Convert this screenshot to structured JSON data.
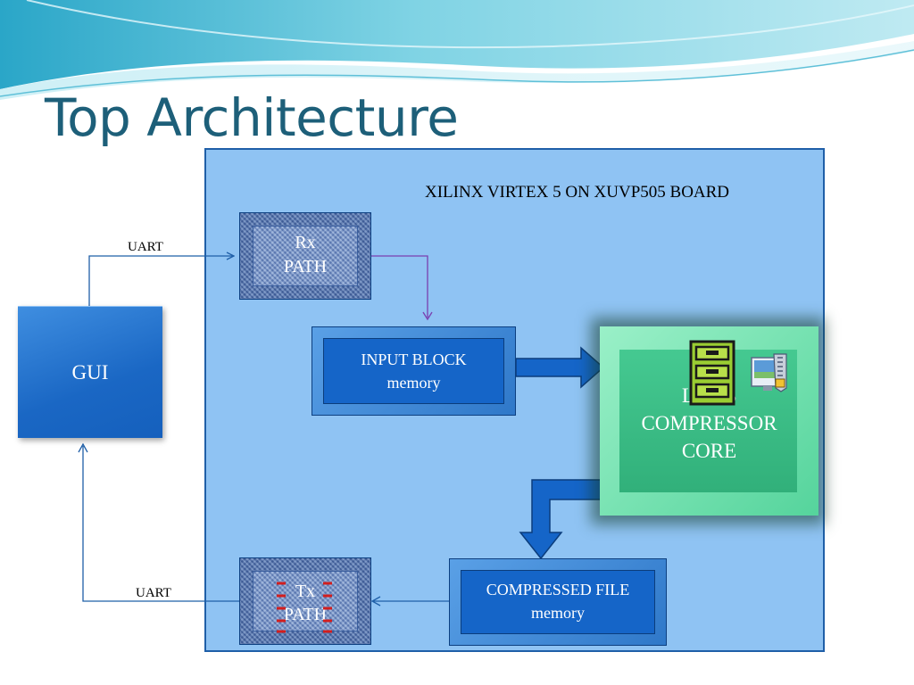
{
  "slide": {
    "title": "Top Architecture"
  },
  "diagram": {
    "board_label": "XILINX VIRTEX 5  ON XUVP505 BOARD",
    "blocks": {
      "gui": "GUI",
      "rx_path_line1": "Rx",
      "rx_path_line2": "PATH",
      "tx_path_line1": "Tx",
      "tx_path_line2": "PATH",
      "input_block_line1": "INPUT BLOCK",
      "input_block_line2": "memory",
      "core_line1": "LZW3",
      "core_line2": "COMPRESSOR",
      "core_line3": "CORE",
      "compressed_file_line1": "COMPRESSED FILE",
      "compressed_file_line2": "memory"
    },
    "links": {
      "uart_top": "UART",
      "uart_bottom": "UART"
    },
    "icons": [
      "file-cabinet-icon",
      "winzip-icon"
    ],
    "colors": {
      "title": "#1d5f79",
      "board_fill": "#8fc3f3",
      "block_blue": "#1565c8",
      "core_green": "#45c991",
      "rx_arrow": "#7a3fb0",
      "link_line": "#1f5fa8"
    }
  }
}
